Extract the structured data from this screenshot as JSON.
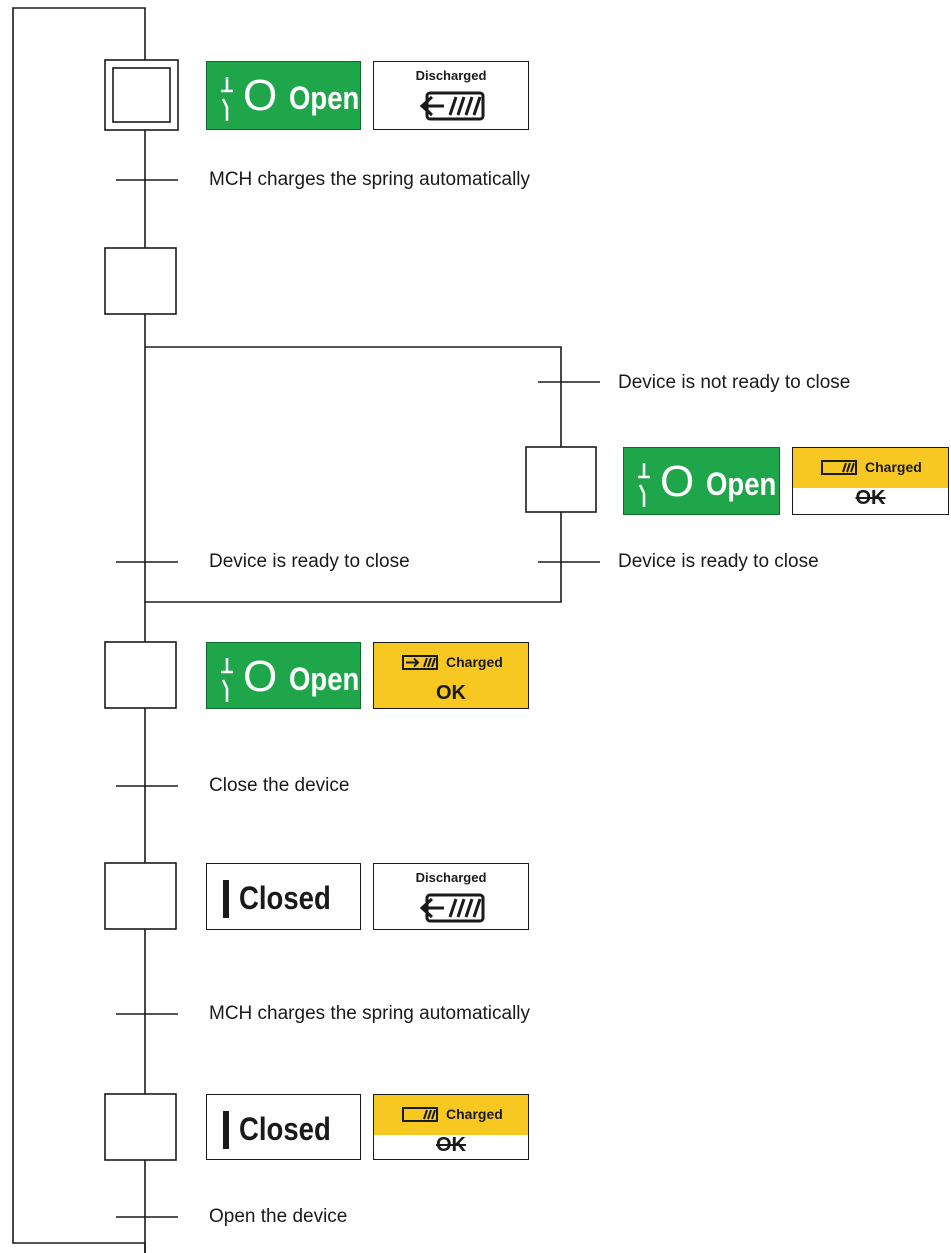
{
  "indicators": {
    "open_label": "Open",
    "open_symbol": "O",
    "closed_label": "Closed",
    "discharged_label": "Discharged",
    "charged_label": "Charged",
    "ok_label": "OK"
  },
  "transitions": {
    "t1": "MCH charges the spring automatically",
    "t2": "Device is not ready to close",
    "t3_left": "Device is ready to close",
    "t3_right": "Device is ready to close",
    "t4": "Close the device",
    "t5": "MCH charges the spring automatically",
    "t6": "Open the device"
  },
  "colors": {
    "open_green": "#1fa64b",
    "charged_yellow": "#f8c822",
    "line": "#1a1a1a"
  },
  "icons": {
    "initial_step": "double-square",
    "open_switch": "open-contact-icon",
    "spring_discharged": "spring-discharged-icon",
    "spring_charged": "spring-charged-icon"
  }
}
